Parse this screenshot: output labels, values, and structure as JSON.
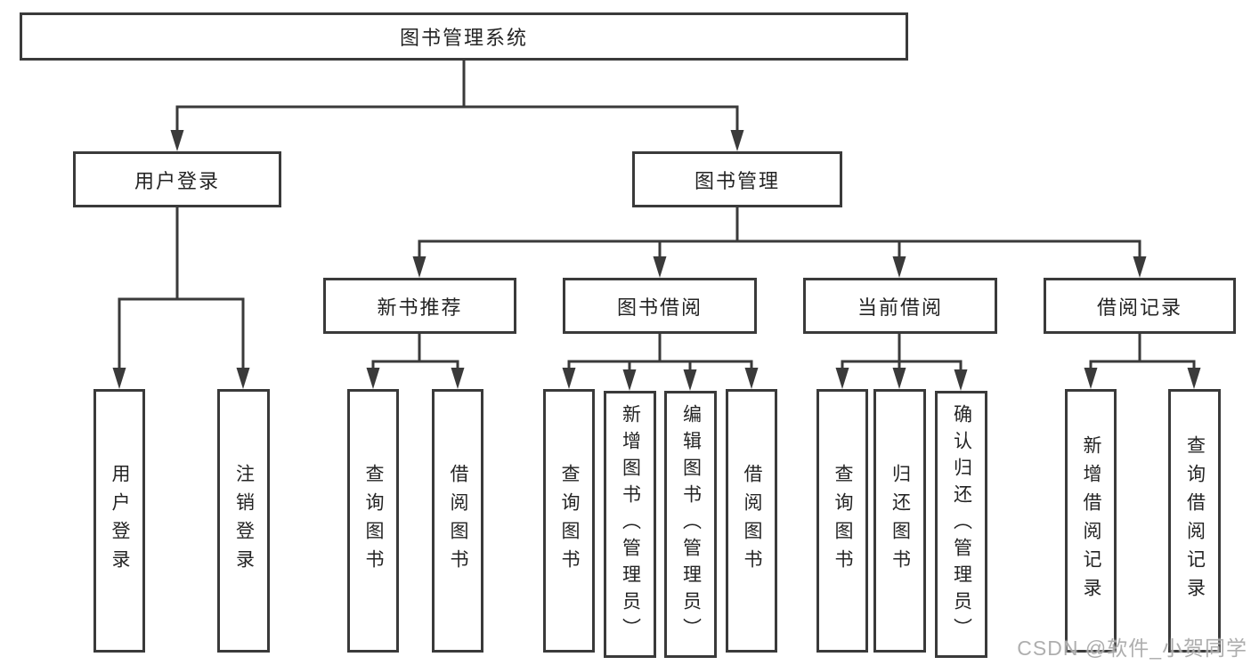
{
  "colors": {
    "line": "#3a3a3a",
    "text": "#242424",
    "background": "#ffffff",
    "watermark": "#a5a5a5"
  },
  "diagram": {
    "root": {
      "label": "图书管理系统"
    },
    "branches": [
      {
        "label": "用户登录",
        "leaves": [
          {
            "label": "用户登录"
          },
          {
            "label": "注销登录"
          }
        ]
      },
      {
        "label": "图书管理",
        "groups": [
          {
            "label": "新书推荐",
            "leaves": [
              {
                "label": "查询图书"
              },
              {
                "label": "借阅图书"
              }
            ]
          },
          {
            "label": "图书借阅",
            "leaves": [
              {
                "label": "查询图书"
              },
              {
                "label": "新增图书（管理员）"
              },
              {
                "label": "编辑图书（管理员）"
              },
              {
                "label": "借阅图书"
              }
            ]
          },
          {
            "label": "当前借阅",
            "leaves": [
              {
                "label": "查询图书"
              },
              {
                "label": "归还图书"
              },
              {
                "label": "确认归还（管理员）"
              }
            ]
          },
          {
            "label": "借阅记录",
            "leaves": [
              {
                "label": "新增借阅记录"
              },
              {
                "label": "查询借阅记录"
              }
            ]
          }
        ]
      }
    ]
  },
  "watermark": {
    "text": "CSDN @软件_小贺同学"
  }
}
